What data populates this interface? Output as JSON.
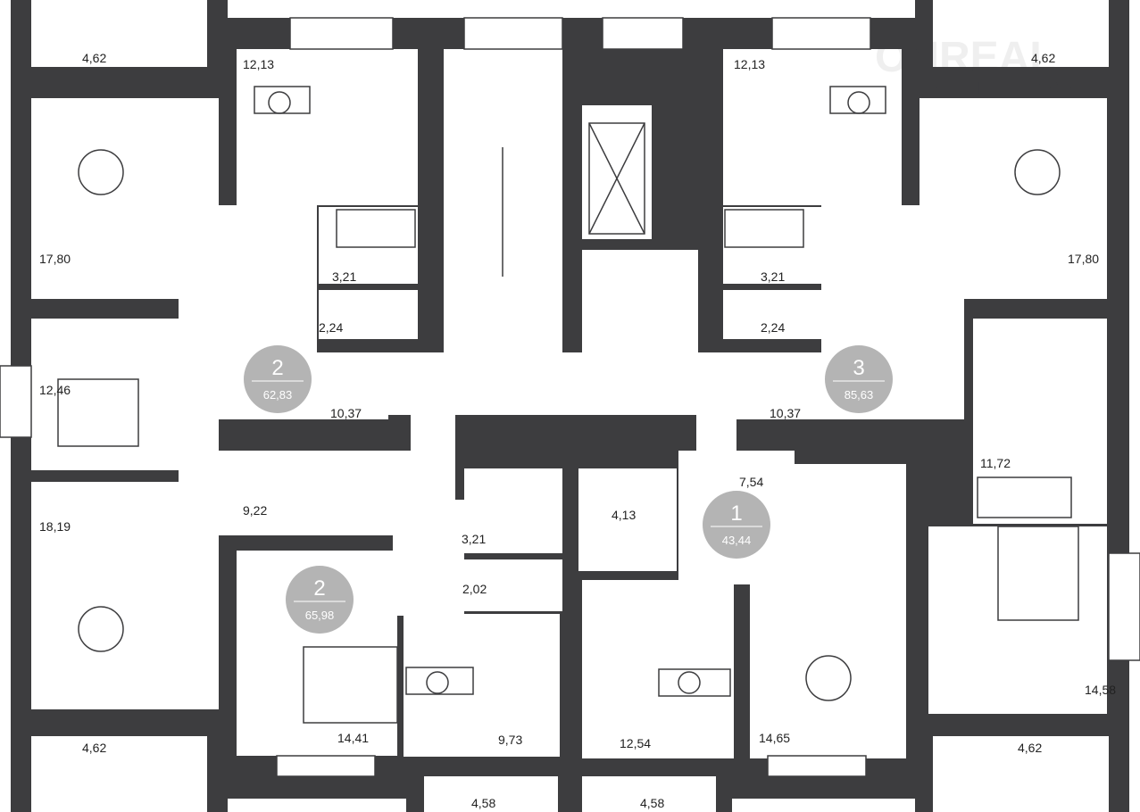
{
  "watermark": {
    "brand": "ONREAL",
    "subtitle": "НЕДВИЖИМОСТЬ"
  },
  "apartments": [
    {
      "rooms": "2",
      "area": "62,83"
    },
    {
      "rooms": "3",
      "area": "85,63"
    },
    {
      "rooms": "1",
      "area": "43,44"
    },
    {
      "rooms": "2",
      "area": "65,98"
    }
  ],
  "room_areas": {
    "balcony_top_left": "4,62",
    "kitchen_top_left": "12,13",
    "living_top_left": "17,80",
    "bath_top_left": "3,21",
    "wc_top_left": "2,24",
    "bedroom_left": "12,46",
    "hall_left": "10,37",
    "living_bottom_left": "18,19",
    "hall_bottom_left": "9,22",
    "bath_center": "3,21",
    "wc_center": "2,02",
    "bath_studio": "4,13",
    "hall_studio": "7,54",
    "bedroom_bottom": "14,41",
    "kitchen_bottom_center": "9,73",
    "kitchen_studio": "12,54",
    "room_studio": "14,65",
    "balcony_bottom_center_left": "4,58",
    "balcony_bottom_center_right": "4,58",
    "balcony_bottom_left": "4,62",
    "balcony_bottom_right": "4,62",
    "bedroom_bottom_right": "14,58",
    "bedroom_right": "11,72",
    "hall_right": "10,37",
    "bath_top_right": "3,21",
    "wc_top_right": "2,24",
    "kitchen_top_right": "12,13",
    "balcony_top_right": "4,62",
    "living_top_right": "17,80"
  }
}
